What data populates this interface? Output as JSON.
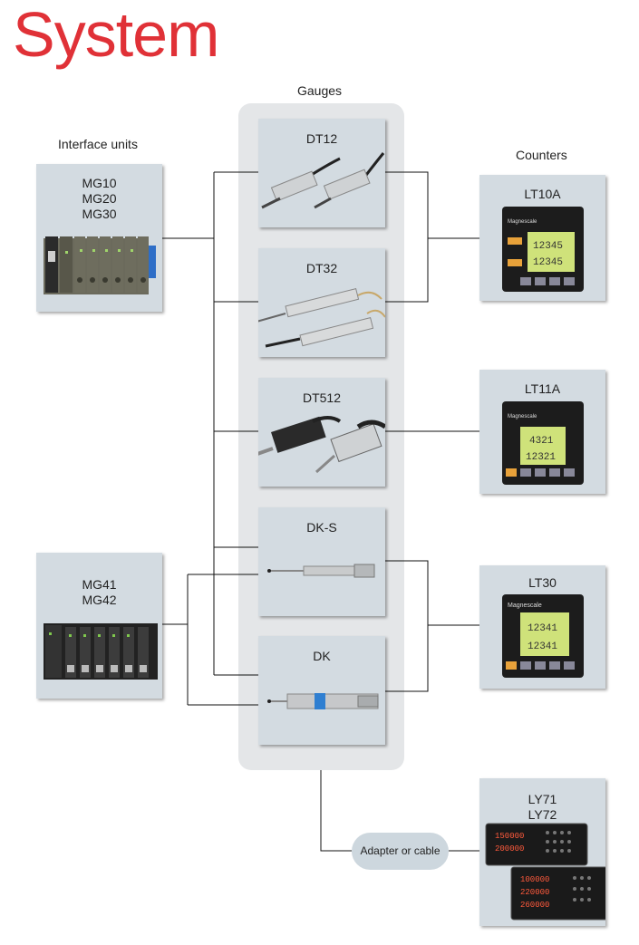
{
  "title": "System",
  "headings": {
    "gauges": "Gauges",
    "interface_units": "Interface units",
    "counters": "Counters"
  },
  "interface_units": [
    {
      "lines": [
        "MG10",
        "MG20",
        "MG30"
      ]
    },
    {
      "lines": [
        "MG41",
        "MG42"
      ]
    }
  ],
  "gauges": [
    {
      "label": "DT12"
    },
    {
      "label": "DT32"
    },
    {
      "label": "DT512"
    },
    {
      "label": "DK-S"
    },
    {
      "label": "DK"
    }
  ],
  "counters": [
    {
      "lines": [
        "LT10A"
      ],
      "display": [
        "12345",
        "12345"
      ]
    },
    {
      "lines": [
        "LT11A"
      ],
      "display": [
        "4321",
        "12321"
      ]
    },
    {
      "lines": [
        "LT30"
      ],
      "display": [
        "12341",
        "12341"
      ]
    },
    {
      "lines": [
        "LY71",
        "LY72"
      ],
      "display": [
        "150000",
        "200000",
        "100000",
        "220000",
        "260000"
      ]
    }
  ],
  "adapter": "Adapter or cable",
  "brand": "Magnescale",
  "colors": {
    "title": "#e03137",
    "box": "#d3dbe1",
    "panel": "#e4e6e8",
    "line": "#111111"
  }
}
